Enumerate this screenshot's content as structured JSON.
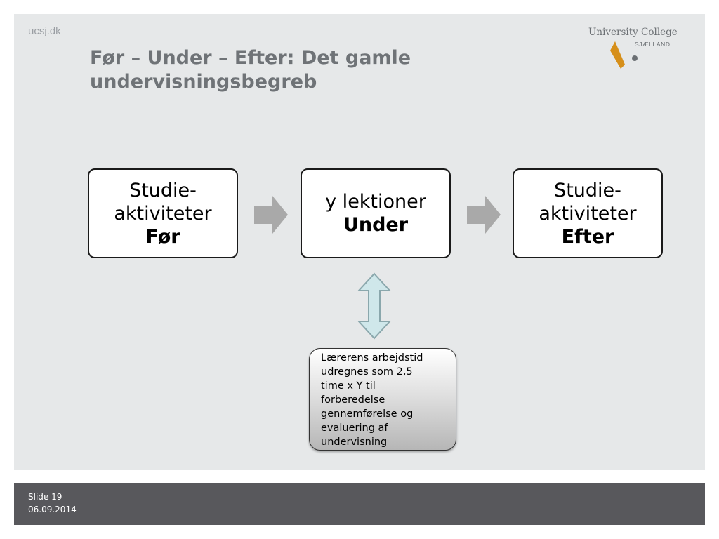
{
  "header": {
    "site_url": "ucsj.dk",
    "title_line1": "Før – Under – Efter: Det gamle",
    "title_line2": "undervisningsbegreb",
    "logo": {
      "name": "University College",
      "sub": "SJÆLLAND",
      "mark_color": "#d68f1a",
      "dot_color": "#6b6f73"
    }
  },
  "diagram": {
    "boxes": [
      {
        "line1": "Studie-",
        "line2": "aktiviteter",
        "emphasis": "Før"
      },
      {
        "line1": "y lektioner",
        "emphasis": "Under"
      },
      {
        "line1": "Studie-",
        "line2": "aktiviteter",
        "emphasis": "Efter"
      }
    ],
    "arrow_color": "#a9a9a9",
    "double_arrow_fill": "#cfe7ea",
    "double_arrow_stroke": "#8aa7ac",
    "note": "Lærerens arbejdstid\nudregnes som 2,5\ntime  x Y til\nforberedelse\ngennemførelse og\nevaluering af\nundervisning"
  },
  "footer": {
    "slide_label": "Slide 19",
    "date": "06.09.2014"
  },
  "colors": {
    "slide_background": "#e6e8e9",
    "footer_background": "#58585c",
    "title_color": "#6f7377"
  }
}
